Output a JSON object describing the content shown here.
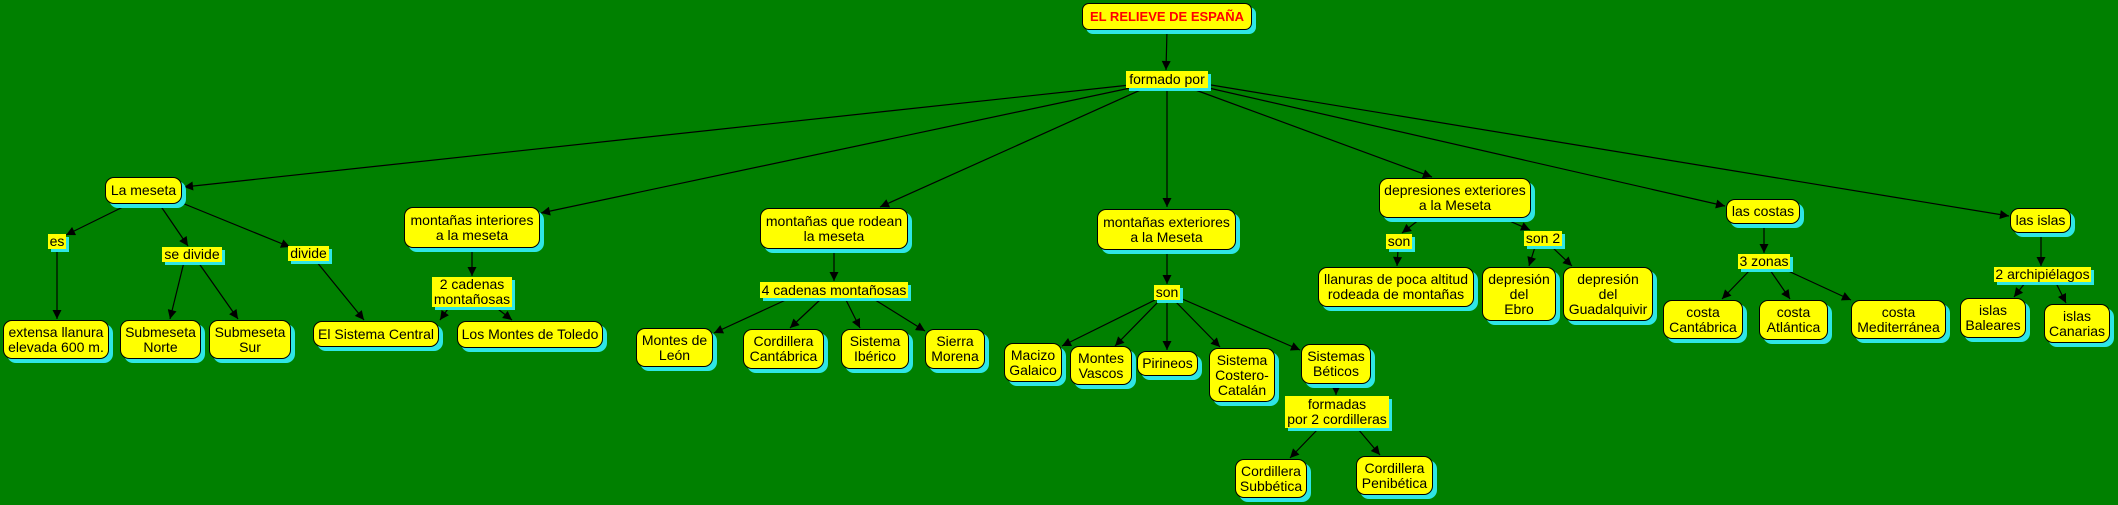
{
  "title": "EL RELIEVE DE ESPAÑA",
  "colors": {
    "background": "#008000",
    "node_fill": "#ffff00",
    "node_shadow": "#2ee6e6",
    "title_text": "#ff0000",
    "text": "#000000",
    "connector": "#000000"
  },
  "links": {
    "formado_por": [
      "formado por"
    ],
    "es": [
      "es"
    ],
    "se_divide": [
      "se divide"
    ],
    "divide": [
      "divide"
    ],
    "cadenas2": [
      "2 cadenas",
      "montañosas"
    ],
    "cadenas4": [
      "4 cadenas montañosas"
    ],
    "son_ext": [
      "son"
    ],
    "formadas": [
      "formadas",
      "por 2 cordilleras"
    ],
    "son_dep": [
      "son"
    ],
    "son2": [
      "son 2"
    ],
    "zonas3": [
      "3 zonas"
    ],
    "archipielagos": [
      "2 archipiélagos"
    ]
  },
  "concepts": {
    "meseta": [
      "La meseta"
    ],
    "mont_interiores": [
      "montañas interiores",
      "a la meseta"
    ],
    "mont_rodean": [
      "montañas que rodean",
      "la meseta"
    ],
    "mont_exteriores": [
      "montañas exteriores",
      "a la Meseta"
    ],
    "depresiones": [
      "depresiones exteriores",
      "a la Meseta"
    ],
    "costas": [
      "las costas"
    ],
    "islas": [
      "las islas"
    ],
    "extensa": [
      "extensa llanura",
      "elevada 600 m."
    ],
    "submeseta_norte": [
      "Submeseta",
      "Norte"
    ],
    "submeseta_sur": [
      "Submeseta",
      "Sur"
    ],
    "sistema_central": [
      "El Sistema Central"
    ],
    "montes_toledo": [
      "Los Montes de Toledo"
    ],
    "montes_leon": [
      "Montes de",
      "León"
    ],
    "cord_cantabrica": [
      "Cordillera",
      "Cantábrica"
    ],
    "sist_iberico": [
      "Sistema",
      "Ibérico"
    ],
    "sierra_morena": [
      "Sierra",
      "Morena"
    ],
    "macizo_galaico": [
      "Macizo",
      "Galaico"
    ],
    "montes_vascos": [
      "Montes",
      "Vascos"
    ],
    "pirineos": [
      "Pirineos"
    ],
    "sist_costero": [
      "Sistema",
      "Costero-",
      "Catalán"
    ],
    "sist_beticos": [
      "Sistemas",
      "Béticos"
    ],
    "cord_subbetica": [
      "Cordillera",
      "Subbética"
    ],
    "cord_penibetica": [
      "Cordillera",
      "Penibética"
    ],
    "llanuras": [
      "llanuras de poca altitud",
      "rodeada de montañas"
    ],
    "dep_ebro": [
      "depresión",
      "del",
      "Ebro"
    ],
    "dep_guadalquivir": [
      "depresión",
      "del",
      "Guadalquivir"
    ],
    "costa_cantabrica": [
      "costa",
      "Cantábrica"
    ],
    "costa_atlantica": [
      "costa",
      "Atlántica"
    ],
    "costa_mediterranea": [
      "costa",
      "Mediterránea"
    ],
    "islas_baleares": [
      "islas",
      "Baleares"
    ],
    "islas_canarias": [
      "islas",
      "Canarias"
    ]
  }
}
